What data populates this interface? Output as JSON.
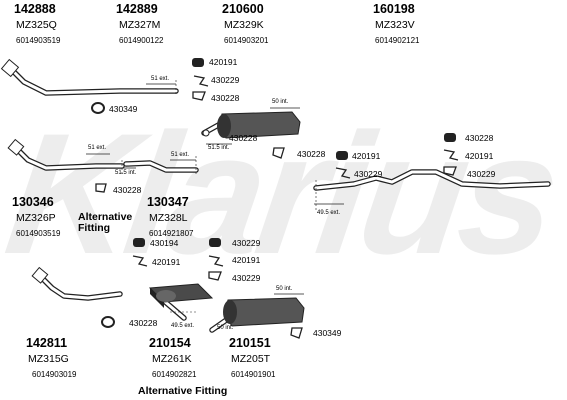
{
  "watermark": "Klarius",
  "components": [
    {
      "part": "142888",
      "model": "MZ325Q",
      "code": "6014903519"
    },
    {
      "part": "142889",
      "model": "MZ327M",
      "code": "6014900122"
    },
    {
      "part": "210600",
      "model": "MZ329K",
      "code": "6014903201"
    },
    {
      "part": "160198",
      "model": "MZ323V",
      "code": "6014902121"
    },
    {
      "part": "130346",
      "model": "MZ326P",
      "code": "6014903519"
    },
    {
      "part": "130347",
      "model": "MZ328L",
      "code": "6014921807"
    },
    {
      "part": "142811",
      "model": "MZ315G",
      "code": "6014903019"
    },
    {
      "part": "210154",
      "model": "MZ261K",
      "code": "6014902821"
    },
    {
      "part": "210151",
      "model": "MZ205T",
      "code": "6014901901"
    }
  ],
  "alt_fitting": [
    "Alternative Fitting",
    "Alternative Fitting"
  ],
  "refs": [
    "430349",
    "420191",
    "430229",
    "430228",
    "430228",
    "420191",
    "430229",
    "430228",
    "420191",
    "430229",
    "430228",
    "430194",
    "420191",
    "430229",
    "420191",
    "430229",
    "430228",
    "430349",
    "430228"
  ],
  "dims": [
    "51 ext.",
    "50 int.",
    "51.5 int.",
    "51 ext.",
    "51.5 int.",
    "51 ext.",
    "49.5 ext.",
    "50 int.",
    "49.5 ext.",
    "50 int."
  ]
}
